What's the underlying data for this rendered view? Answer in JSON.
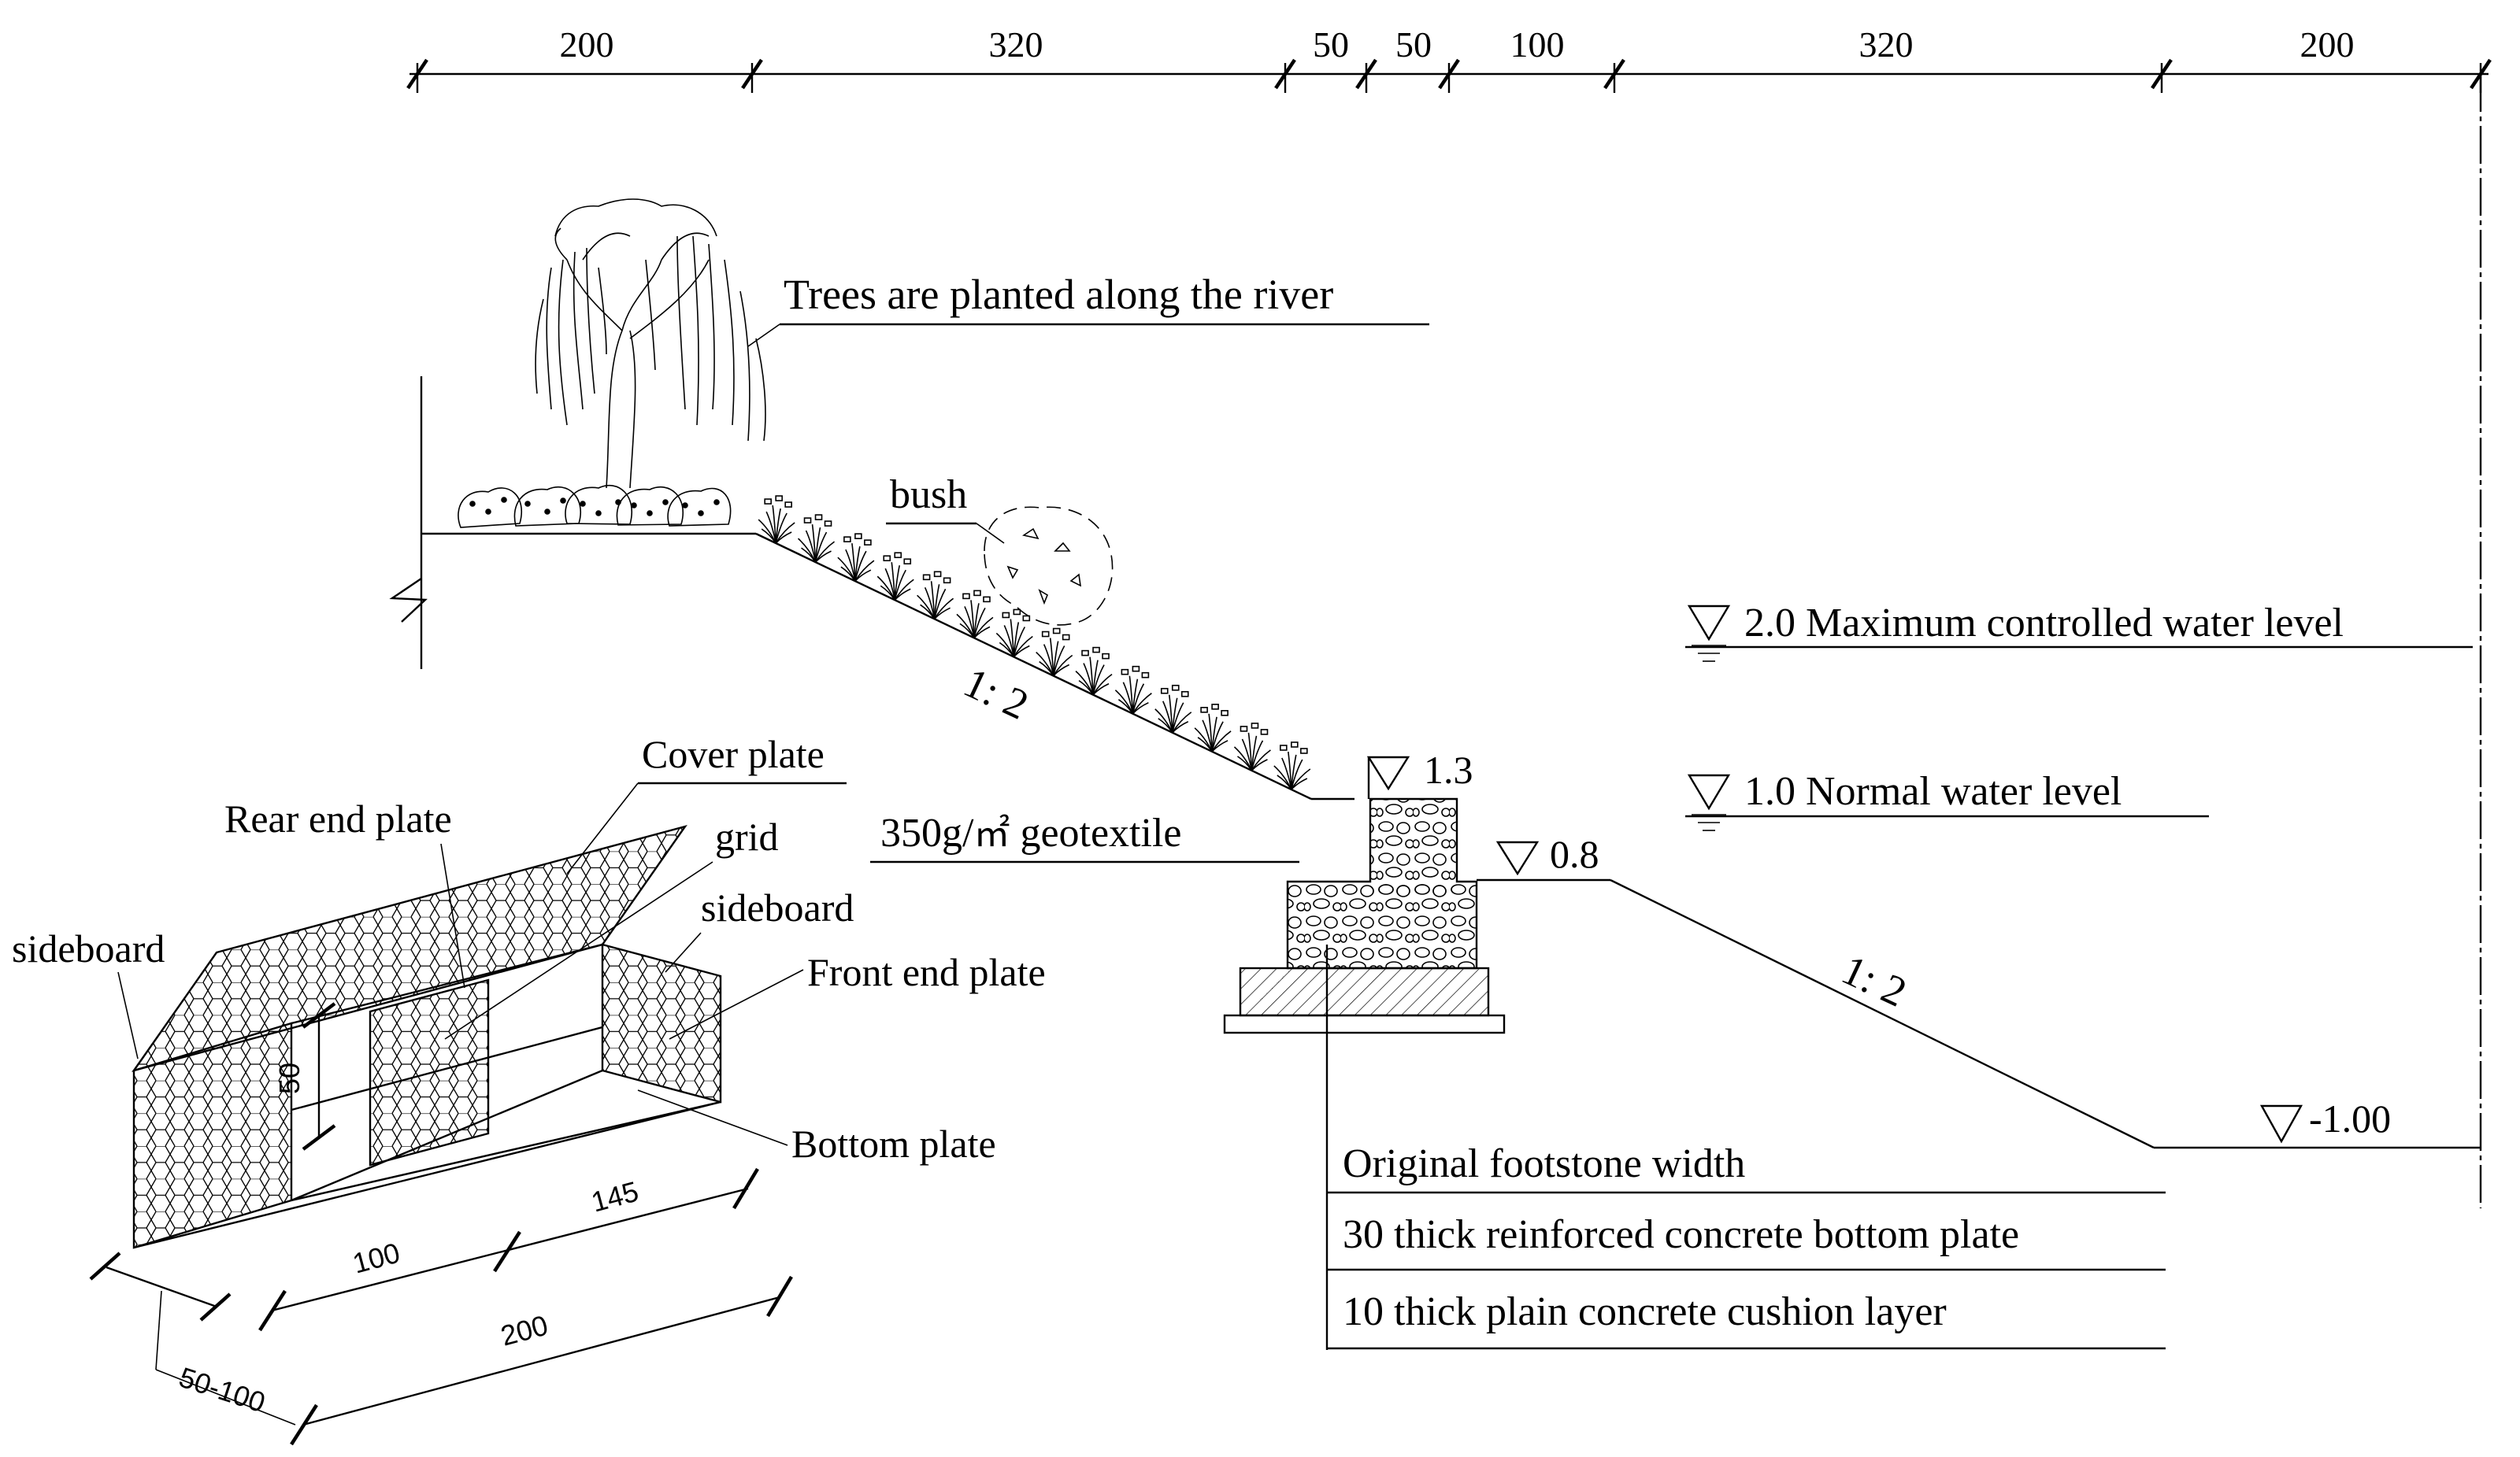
{
  "dimensions": {
    "top": [
      "200",
      "320",
      "50",
      "50",
      "100",
      "320",
      "200"
    ]
  },
  "labels": {
    "trees": "Trees are planted along the river",
    "bush": "bush",
    "slope_upper": "1:  2",
    "slope_lower": "1:  2",
    "elev_13": "1.3",
    "elev_08": "0.8",
    "elev_neg100": "-1.00",
    "geotextile_prefix": "350g/",
    "geotextile_unit": "㎡",
    "geotextile_suffix": " geotextile",
    "water_max": "2.0 Maximum controlled water level",
    "water_normal": "1.0 Normal water level",
    "table_row1": "Original footstone width",
    "table_row2": "30 thick reinforced concrete bottom plate",
    "table_row3": "10 thick plain concrete cushion layer"
  },
  "gabion": {
    "cover_plate": "Cover plate",
    "rear_end_plate": "Rear end plate",
    "grid": "grid",
    "sideboard_right": "sideboard",
    "sideboard_left": "sideboard",
    "front_end_plate": "Front end plate",
    "bottom_plate": "Bottom plate",
    "dim_height": "50",
    "dim_100": "100",
    "dim_145": "145",
    "dim_200": "200",
    "dim_50_100": "50-100"
  }
}
